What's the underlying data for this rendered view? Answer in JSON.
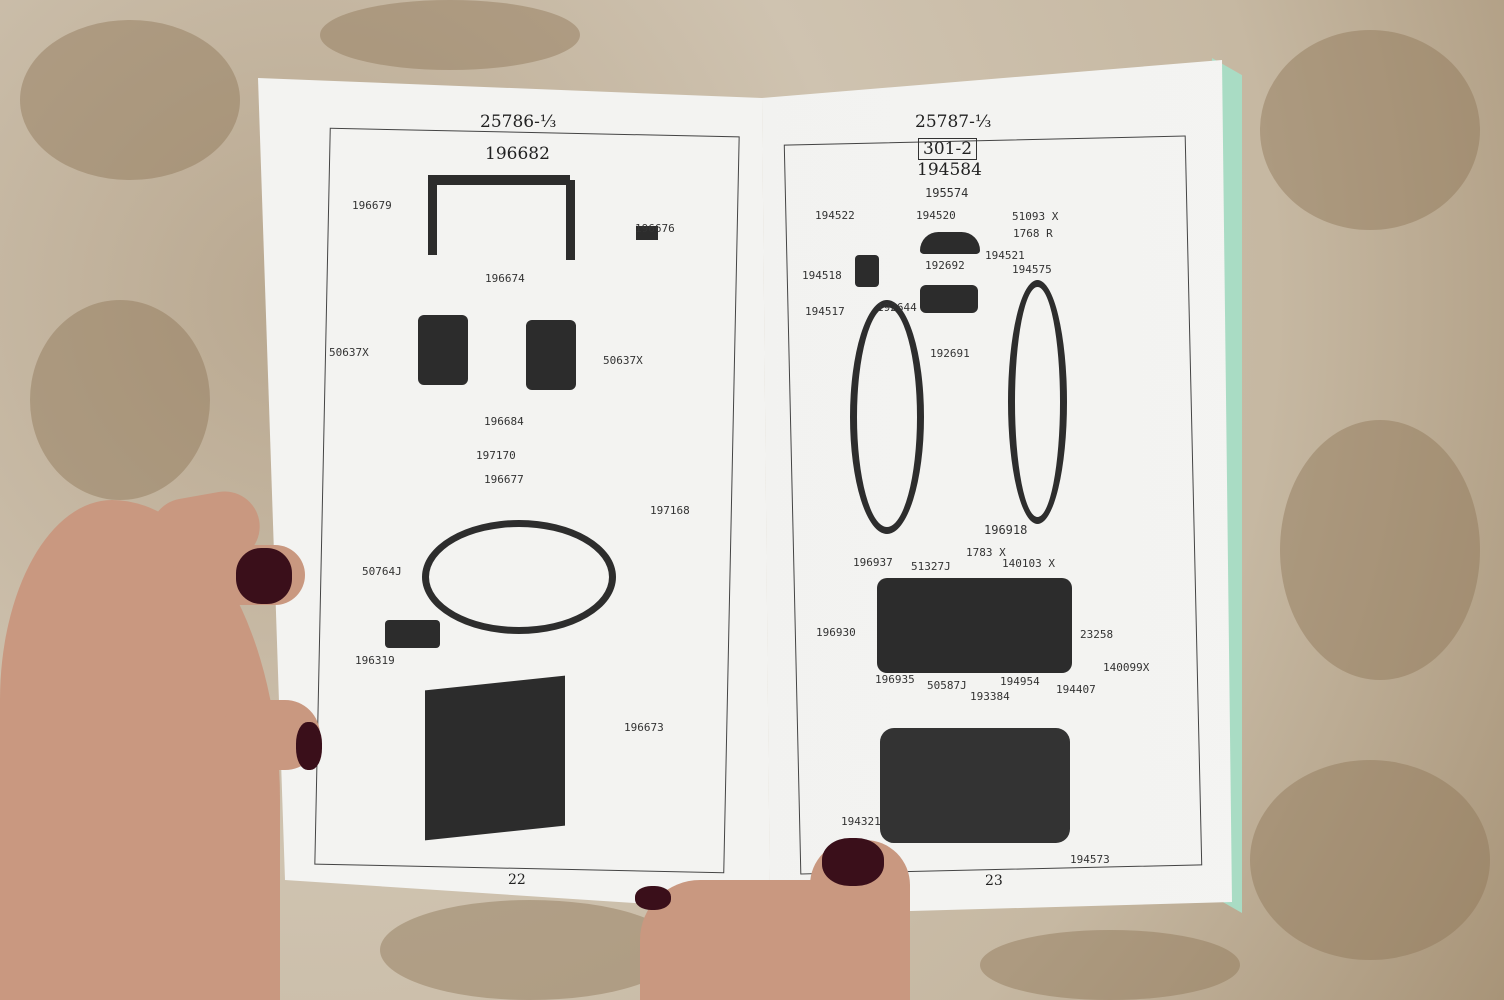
{
  "left_page": {
    "catalog_number": "25786-⅓",
    "assembly_number": "196682",
    "page_number": "22",
    "part_labels": [
      "196679",
      "196676",
      "196674",
      "50637X",
      "50637X",
      "196684",
      "197170",
      "196677",
      "197168",
      "50764J",
      "196319",
      "196673"
    ]
  },
  "right_page": {
    "catalog_number": "25787-⅓",
    "model_box": "301-2",
    "assembly_number": "194584",
    "sub_assembly": "195574",
    "page_number": "23",
    "part_labels": [
      "194522",
      "194520",
      "51093 X",
      "1768 R",
      "194521",
      "194518",
      "192692",
      "194575",
      "194517",
      "192644",
      "192691",
      "196918",
      "196937",
      "51327J",
      "1783 X",
      "140103 X",
      "196930",
      "23258",
      "140099X",
      "196935",
      "50587J",
      "194954",
      "194407",
      "193384",
      "194321",
      "194573"
    ]
  },
  "colors": {
    "nail_polish": "#3a0f1a",
    "cover_edge": "#a9dcc4",
    "paper": "#f3f3f1"
  }
}
